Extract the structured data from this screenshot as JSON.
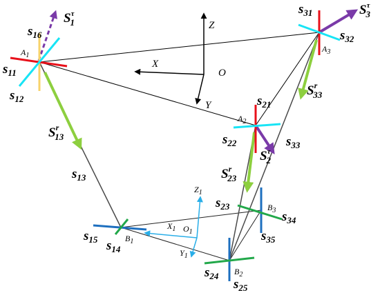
{
  "colors": {
    "red": "#e8101a",
    "yellow": "#f7d36b",
    "cyan": "#18e4f5",
    "green": "#8dcf3f",
    "purple": "#7a3aa8",
    "dark_green": "#22a84a",
    "dark_blue": "#1d6fbf",
    "light_blue": "#29aee8",
    "gray": "#4a4a4a",
    "black": "#000000"
  },
  "global_frame": {
    "x": "X",
    "y": "Y",
    "z": "Z",
    "origin": "O"
  },
  "moving_frame": {
    "x": "X",
    "x_sub": "1",
    "y": "Y",
    "y_sub": "1",
    "z": "Z",
    "z_sub": "1",
    "origin": "O",
    "origin_sub": "1"
  },
  "points": {
    "A1": {
      "base": "A",
      "sub": "1"
    },
    "A2": {
      "base": "A",
      "sub": "2"
    },
    "A3": {
      "base": "A",
      "sub": "3"
    },
    "B1": {
      "base": "B",
      "sub": "1"
    },
    "B2": {
      "base": "B",
      "sub": "2"
    },
    "B3": {
      "base": "B",
      "sub": "3"
    }
  },
  "screws": {
    "s11": {
      "base": "s",
      "sub": "11"
    },
    "s12": {
      "base": "s",
      "sub": "12"
    },
    "s13": {
      "base": "s",
      "sub": "13"
    },
    "s14": {
      "base": "s",
      "sub": "14"
    },
    "s15": {
      "base": "s",
      "sub": "15"
    },
    "s16": {
      "base": "s",
      "sub": "16"
    },
    "s21": {
      "base": "s",
      "sub": "21"
    },
    "s22": {
      "base": "s",
      "sub": "22"
    },
    "s23": {
      "base": "s",
      "sub": "23"
    },
    "s24": {
      "base": "s",
      "sub": "24"
    },
    "s25": {
      "base": "s",
      "sub": "25"
    },
    "s31": {
      "base": "s",
      "sub": "31"
    },
    "s32": {
      "base": "s",
      "sub": "32"
    },
    "s33": {
      "base": "s",
      "sub": "33"
    },
    "s34": {
      "base": "s",
      "sub": "34"
    },
    "s35": {
      "base": "s",
      "sub": "35"
    }
  },
  "constraint_screws": {
    "s1_tau": {
      "base": "S",
      "sub": "1",
      "sup": "τ"
    },
    "s2_tau": {
      "base": "S",
      "sub": "2",
      "sup": "τ"
    },
    "s3_tau": {
      "base": "S",
      "sub": "3",
      "sup": "τ"
    },
    "s13_r": {
      "base": "S",
      "sub": "13",
      "sup": "r"
    },
    "s23_r": {
      "base": "S",
      "sub": "23",
      "sup": "r"
    },
    "s33_r": {
      "base": "S",
      "sub": "33",
      "sup": "r"
    }
  }
}
